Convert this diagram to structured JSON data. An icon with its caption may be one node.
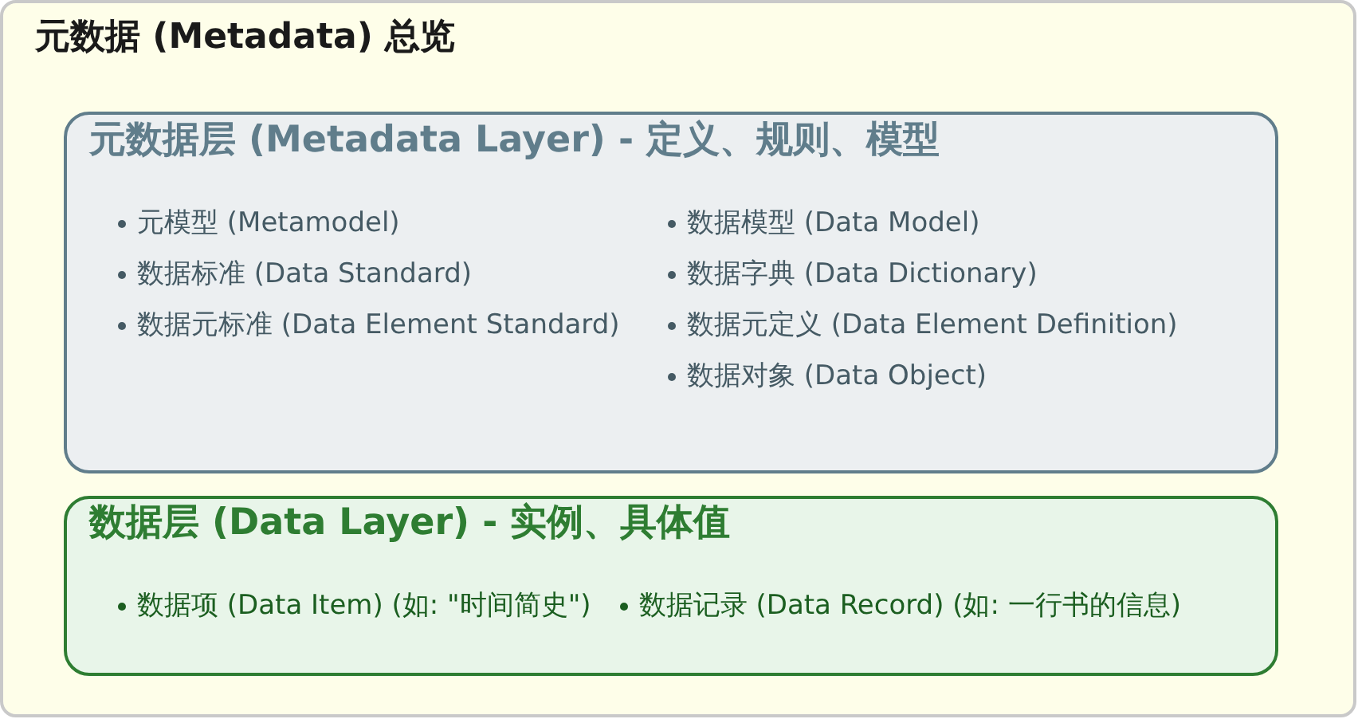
{
  "diagram": {
    "nodes": [
      {
        "text": [
          "元数据 (Metadata) 总览"
        ]
      },
      {
        "text": [
          "元数据层 (Metadata Layer) - 定义、规则、模型",
          "元模型 (Metamodel)",
          "数据标准 (Data Standard)",
          "数据元标准 (Data Element Standard)",
          "数据模型 (Data Model)",
          "数据字典 (Data Dictionary)",
          "数据元定义 (Data Element Definition)",
          "数据对象 (Data Object)"
        ],
        "in": 0
      },
      {
        "text": [
          "数据层 (Data Layer) - 实例、具体值",
          "数据项 (Data Item) (如: \"时间简史\")",
          "数据记录 (Data Record) (如: 一行书的信息)"
        ],
        "in": 0
      }
    ]
  }
}
